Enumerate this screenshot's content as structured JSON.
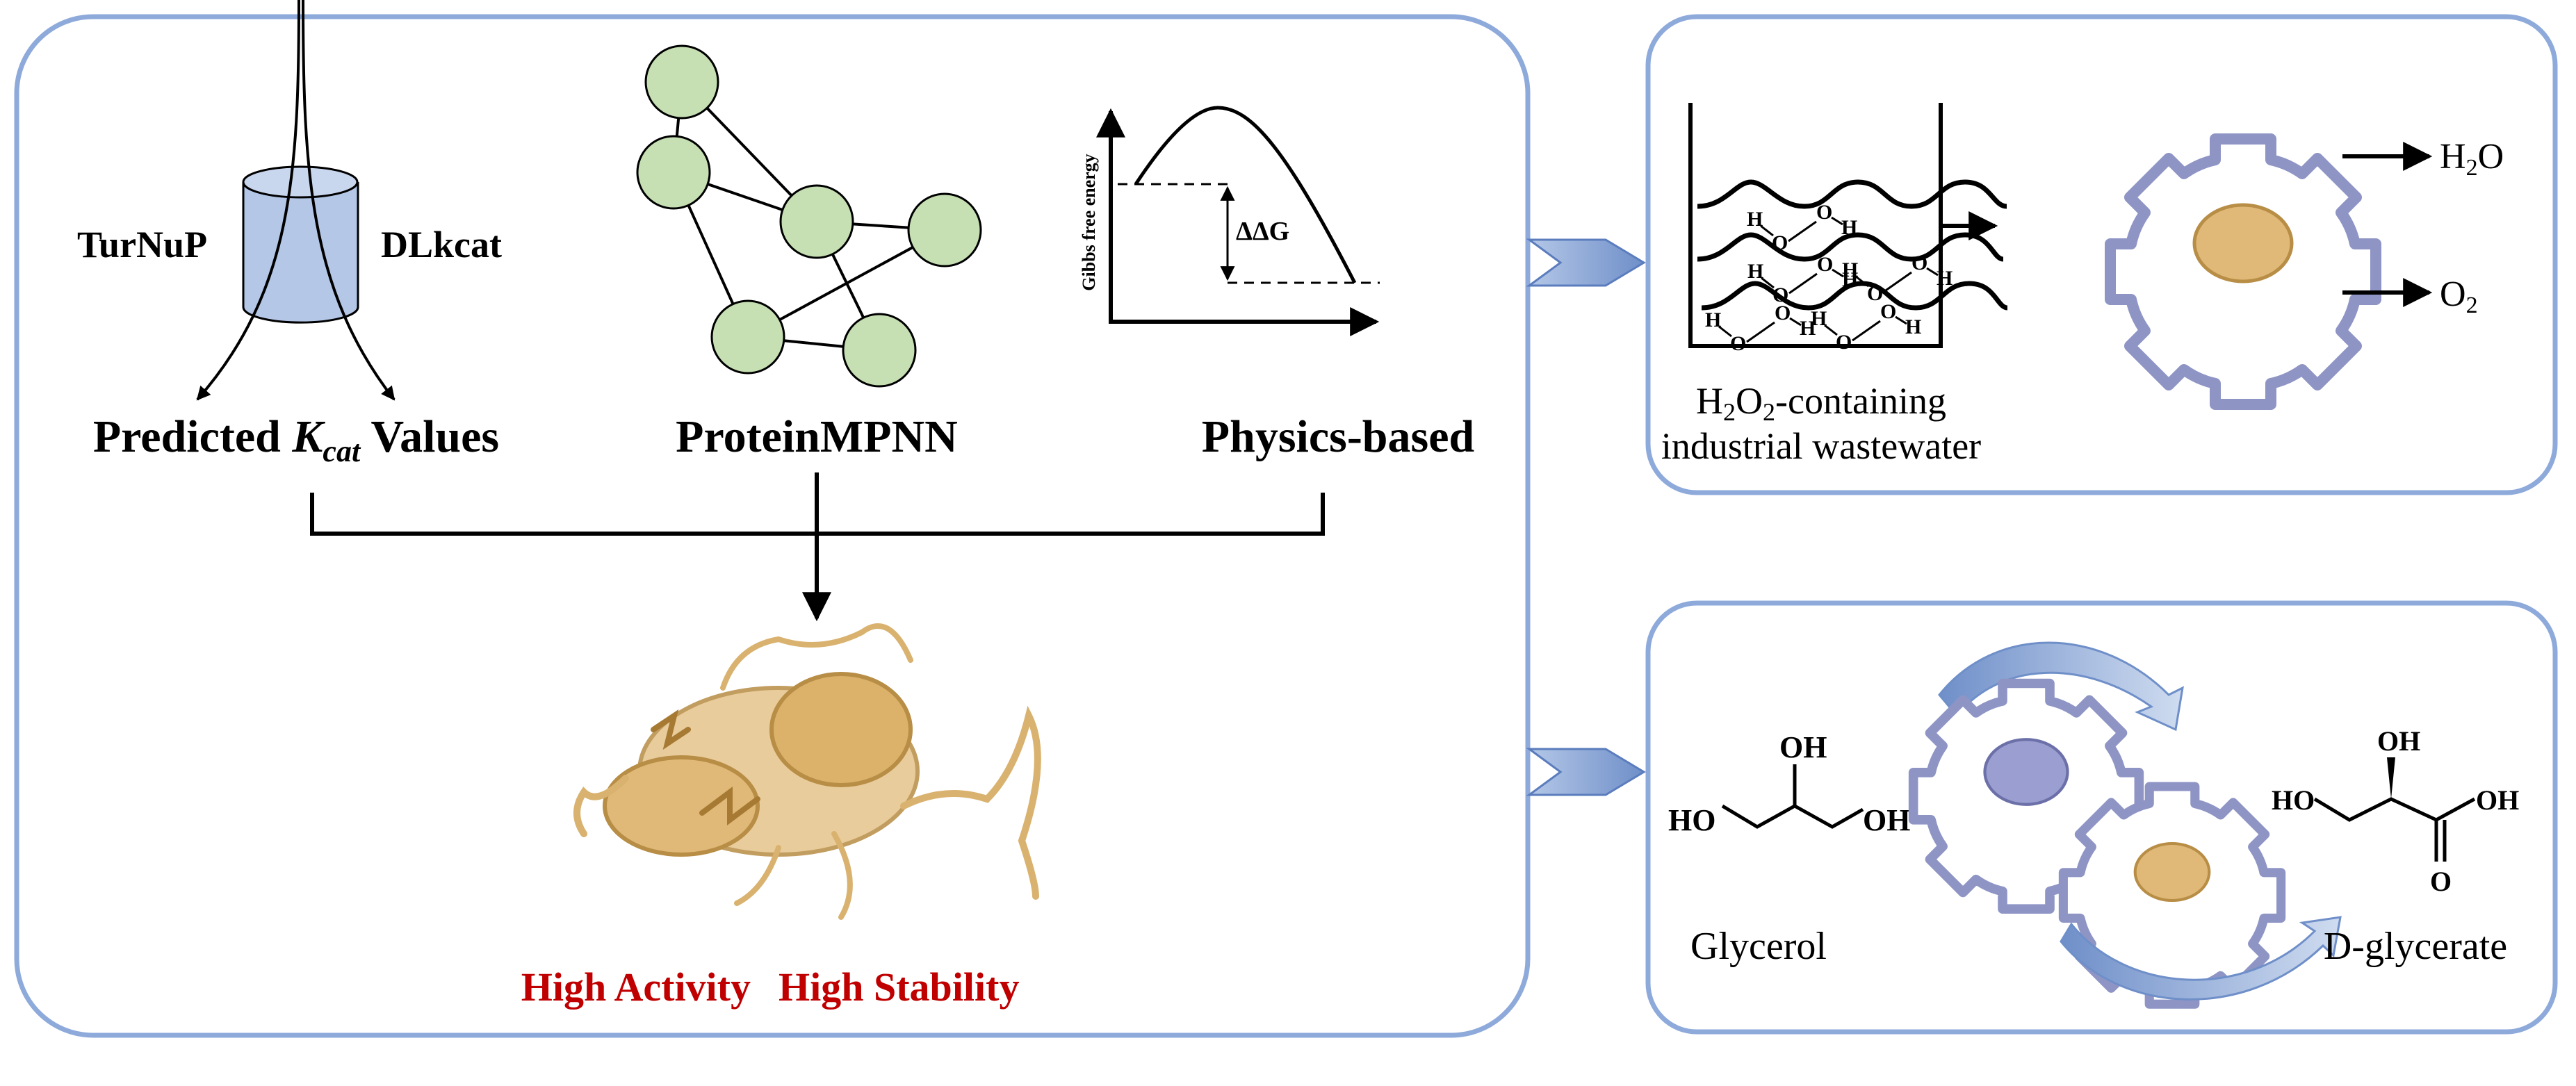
{
  "left_panel": {
    "cylinder_left_label": "TurNuP",
    "cylinder_right_label": "DLkcat",
    "predicted": {
      "prefix": "Predicted ",
      "k": "K",
      "sub": "cat",
      "suffix": " Values"
    },
    "network_label": "ProteinMPNN",
    "energy_chart": {
      "ylabel": "Gibbs free energy",
      "delta_label": "ΔΔG"
    },
    "physics_label": "Physics-based",
    "outcome_activity": "High Activity",
    "outcome_stability": "High Stability"
  },
  "top_right_panel": {
    "molecule_labels": {
      "h": "H",
      "o": "O"
    },
    "caption_line1": {
      "a": "H",
      "s1": "2",
      "b": "O",
      "s2": "2",
      "c": "-containing"
    },
    "caption_line2": "industrial wastewater",
    "product1": {
      "a": "H",
      "s": "2",
      "b": "O"
    },
    "product2": {
      "a": "O",
      "s": "2"
    }
  },
  "bottom_right_panel": {
    "substrate_groups": {
      "ho": "HO",
      "oh_top": "OH",
      "oh_right": "OH"
    },
    "substrate_label": "Glycerol",
    "product_groups": {
      "ho": "HO",
      "oh_top": "OH",
      "oh_right": "OH",
      "o": "O"
    },
    "product_label": "D-glycerate"
  },
  "colors": {
    "panel_border": "#8eaadb",
    "cylinder": "#b4c7e7",
    "node": "#c6e0b4",
    "accent_red": "#c00000",
    "protein": "#d9b26f",
    "gear": "#8e95c5"
  }
}
